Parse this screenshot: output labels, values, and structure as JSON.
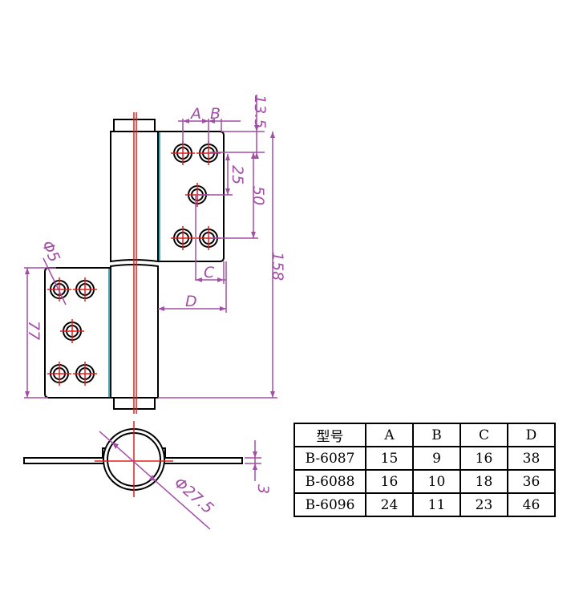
{
  "colors": {
    "outline": "#000000",
    "dimension": "#a24ea6",
    "centerline": "#e01e1e",
    "edge": "#2fb3c2"
  },
  "dimensions": {
    "a": "A",
    "b": "B",
    "c": "C",
    "d": "D",
    "d13_5": "13.5",
    "d25": "25",
    "d50": "50",
    "d158": "158",
    "d77": "77",
    "phi5": "Φ5",
    "phi27_5": "Φ27.5",
    "d3": "3"
  },
  "table": {
    "headers": [
      "型号",
      "A",
      "B",
      "C",
      "D"
    ],
    "rows": [
      [
        "B-6087",
        "15",
        "9",
        "16",
        "38"
      ],
      [
        "B-6088",
        "16",
        "10",
        "18",
        "36"
      ],
      [
        "B-6096",
        "24",
        "11",
        "23",
        "46"
      ]
    ]
  }
}
